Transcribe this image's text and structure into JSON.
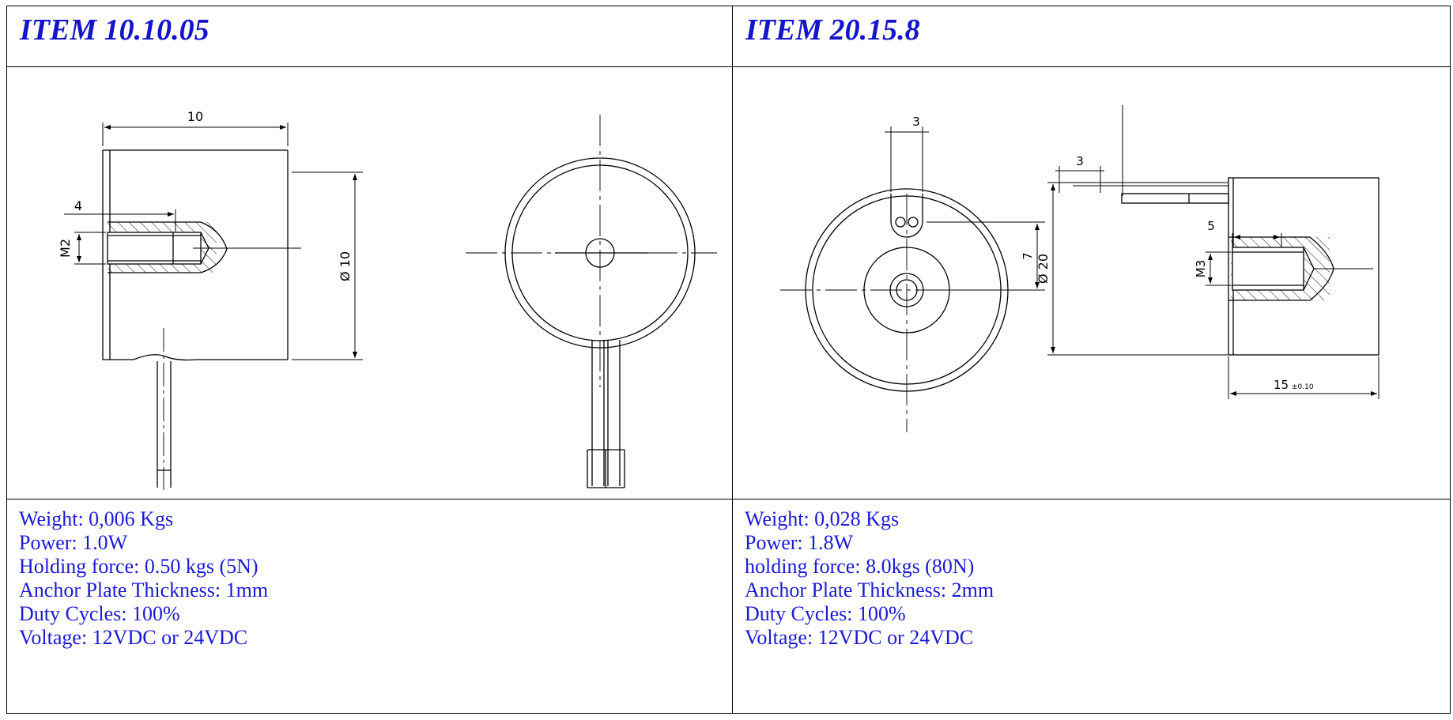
{
  "items": [
    {
      "title": "ITEM 10.10.05",
      "dims": {
        "length": "10",
        "diameter": "Ø 10",
        "depth": "4",
        "thread": "M2"
      },
      "specs": [
        "Weight: 0,006 Kgs",
        "Power: 1.0W",
        "Holding force: 0.50 kgs (5N)",
        "Anchor Plate Thickness: 1mm",
        "Duty Cycles: 100%",
        "Voltage: 12VDC or 24VDC"
      ]
    },
    {
      "title": "ITEM 20.15.8",
      "dims": {
        "slot_width": "3",
        "wire_offset": "3",
        "hole_offset": "7",
        "diameter": "Ø 20",
        "depth": "5",
        "thread": "M3",
        "length": "15",
        "tolerance": "±0.10"
      },
      "specs": [
        "Weight: 0,028 Kgs",
        "Power: 1.8W",
        "holding force: 8.0kgs (80N)",
        "Anchor Plate Thickness: 2mm",
        "Duty Cycles: 100%",
        "Voltage: 12VDC or 24VDC"
      ]
    }
  ]
}
